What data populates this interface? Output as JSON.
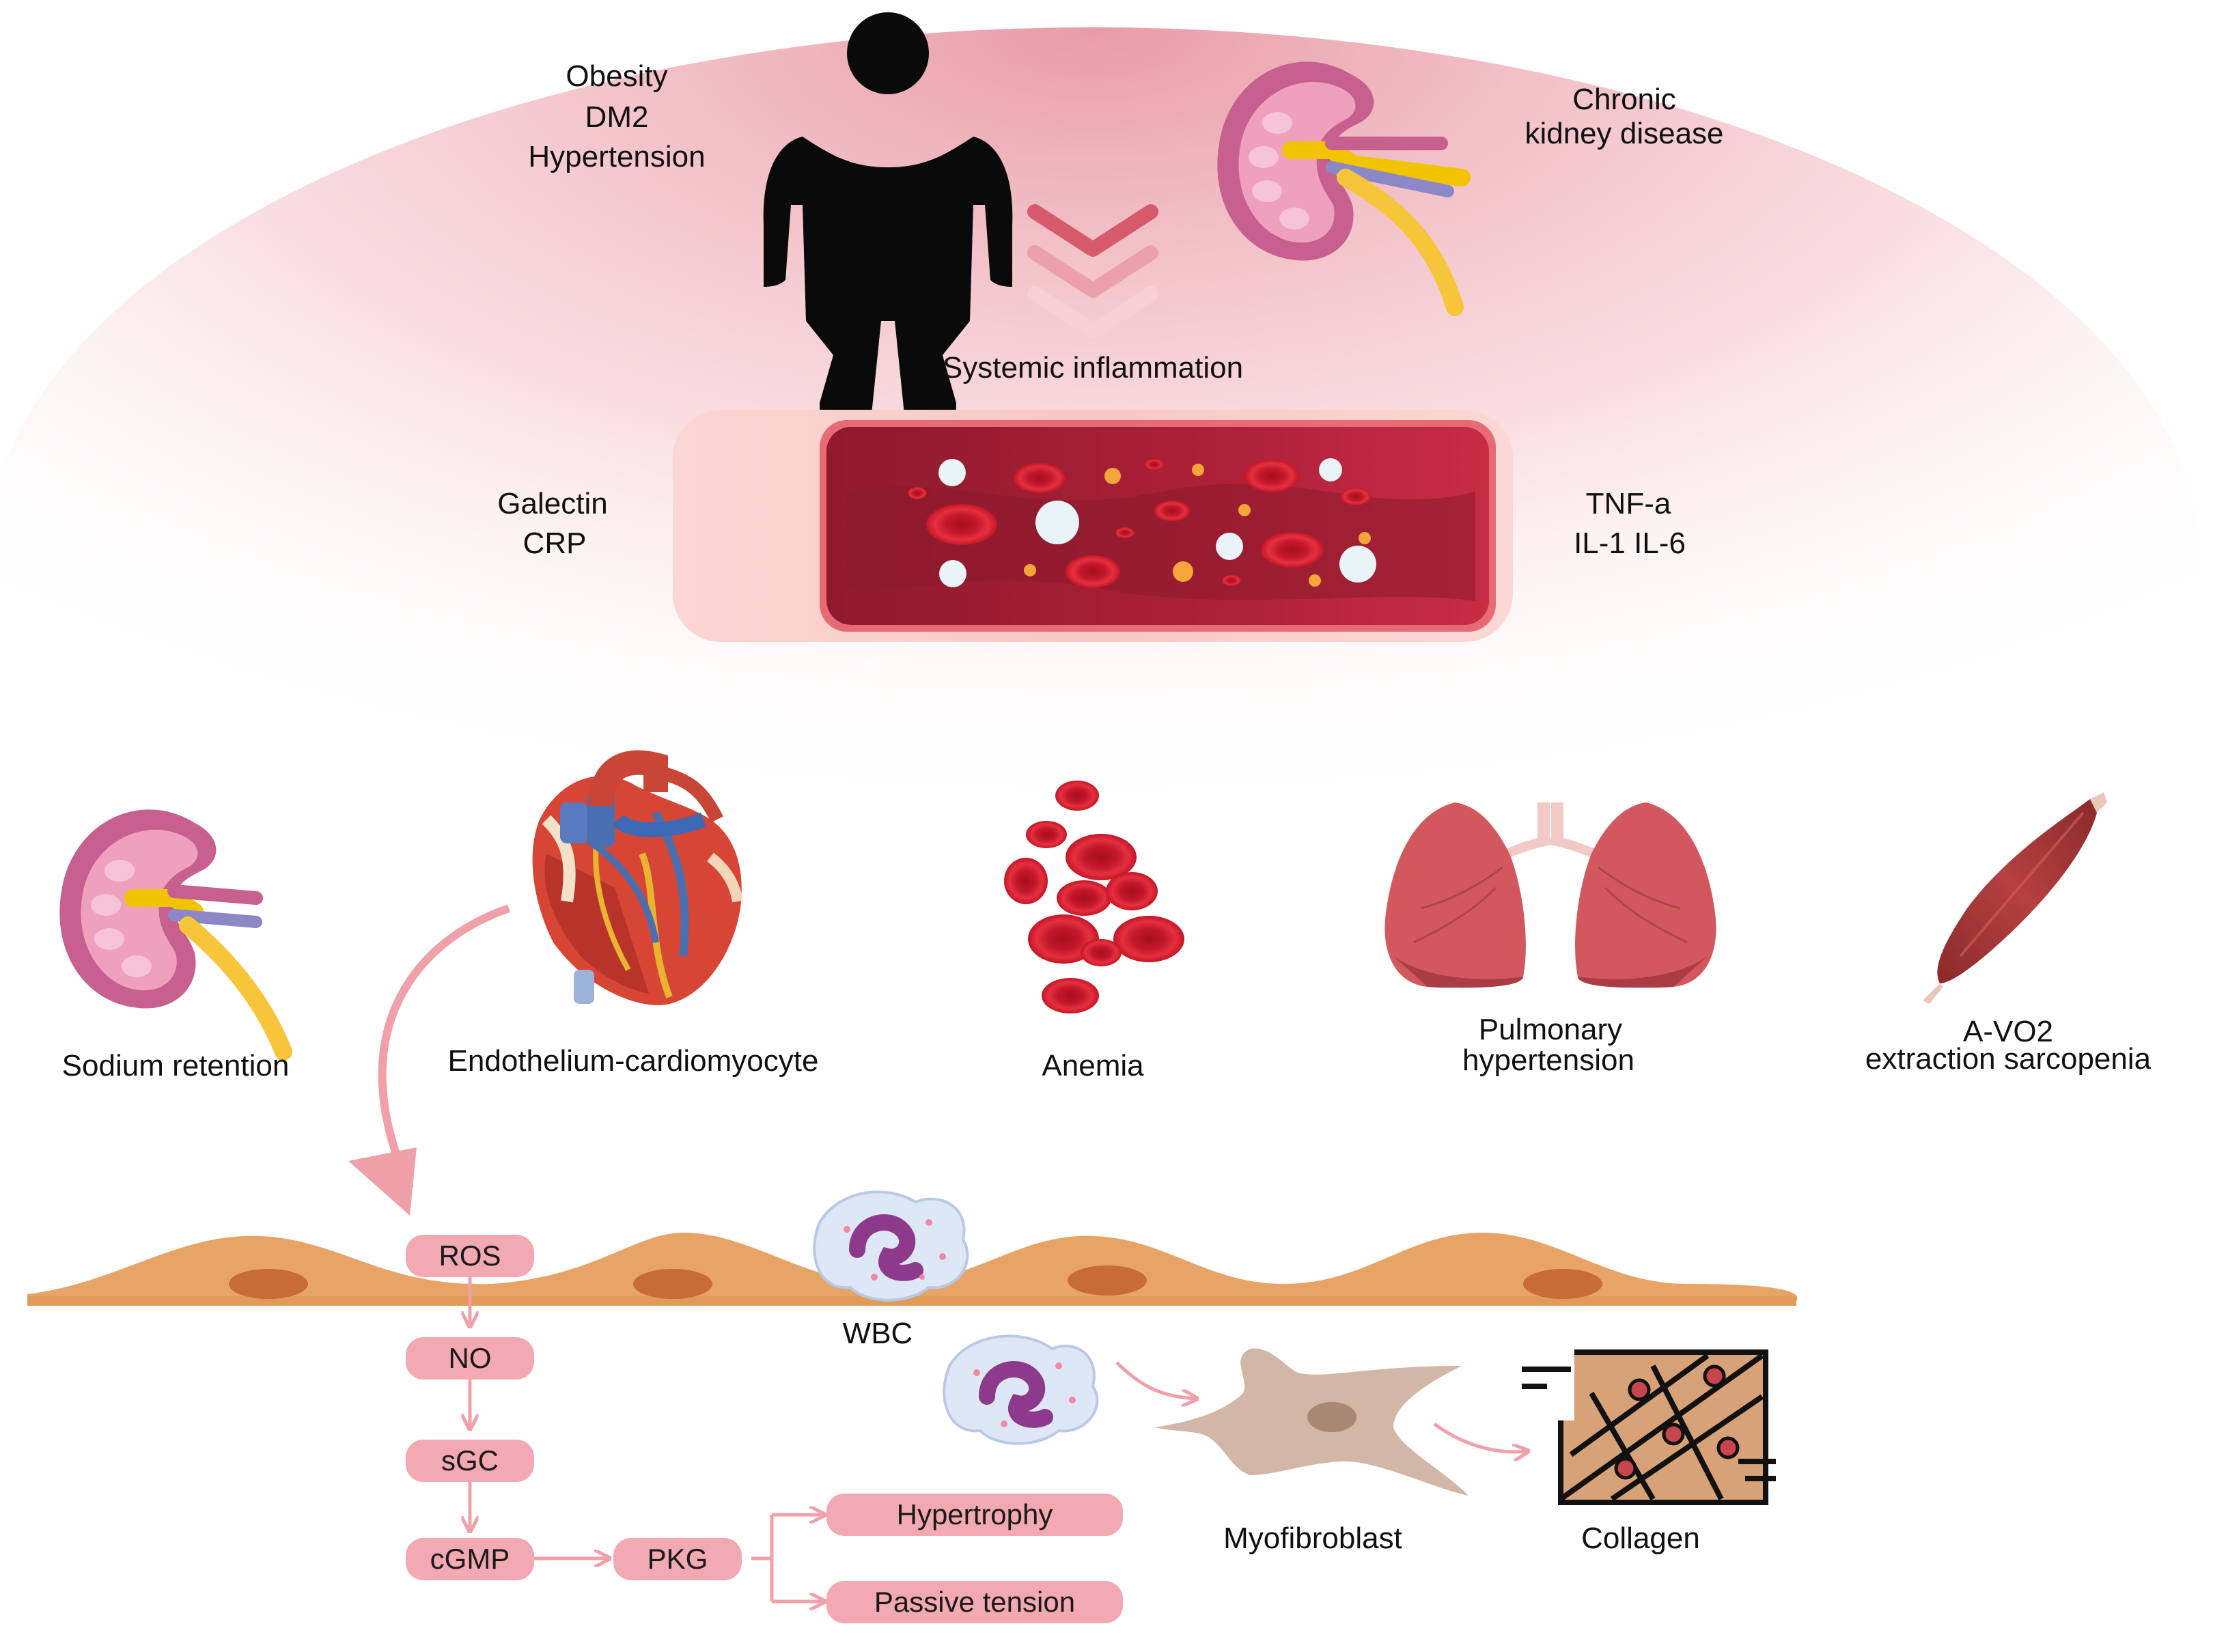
{
  "risk_factors": {
    "line1": "Obesity",
    "line2": "DM2",
    "line3": "Hypertension"
  },
  "ckd": {
    "line1": "Chronic",
    "line2": "kidney disease"
  },
  "systemic_inflammation": "Systemic inflammation",
  "markers_left": {
    "line1": "Galectin",
    "line2": "CRP"
  },
  "markers_right": {
    "line1": "TNF-a",
    "line2": "IL-1 IL-6"
  },
  "organs": {
    "kidney": "Sodium retention",
    "heart": "Endothelium-cardiomyocyte",
    "blood": "Anemia",
    "lungs": {
      "line1": "Pulmonary",
      "line2": "hypertension"
    },
    "muscle": {
      "line1": "A-VO2",
      "line2": "extraction sarcopenia"
    }
  },
  "pathway": {
    "ros": "ROS",
    "no": "NO",
    "sgc": "sGC",
    "cgmp": "cGMP",
    "pkg": "PKG",
    "hypertrophy": "Hypertrophy",
    "passive_tension": "Passive tension"
  },
  "cells": {
    "wbc": "WBC",
    "myofibroblast": "Myofibroblast",
    "collagen": "Collagen"
  },
  "colors": {
    "pill_fill": "#f2a9b1",
    "arrow": "#f0a0a8",
    "vessel": "#b8233a",
    "endothelium": "#e8a466",
    "nucleus": "#c86b35"
  }
}
